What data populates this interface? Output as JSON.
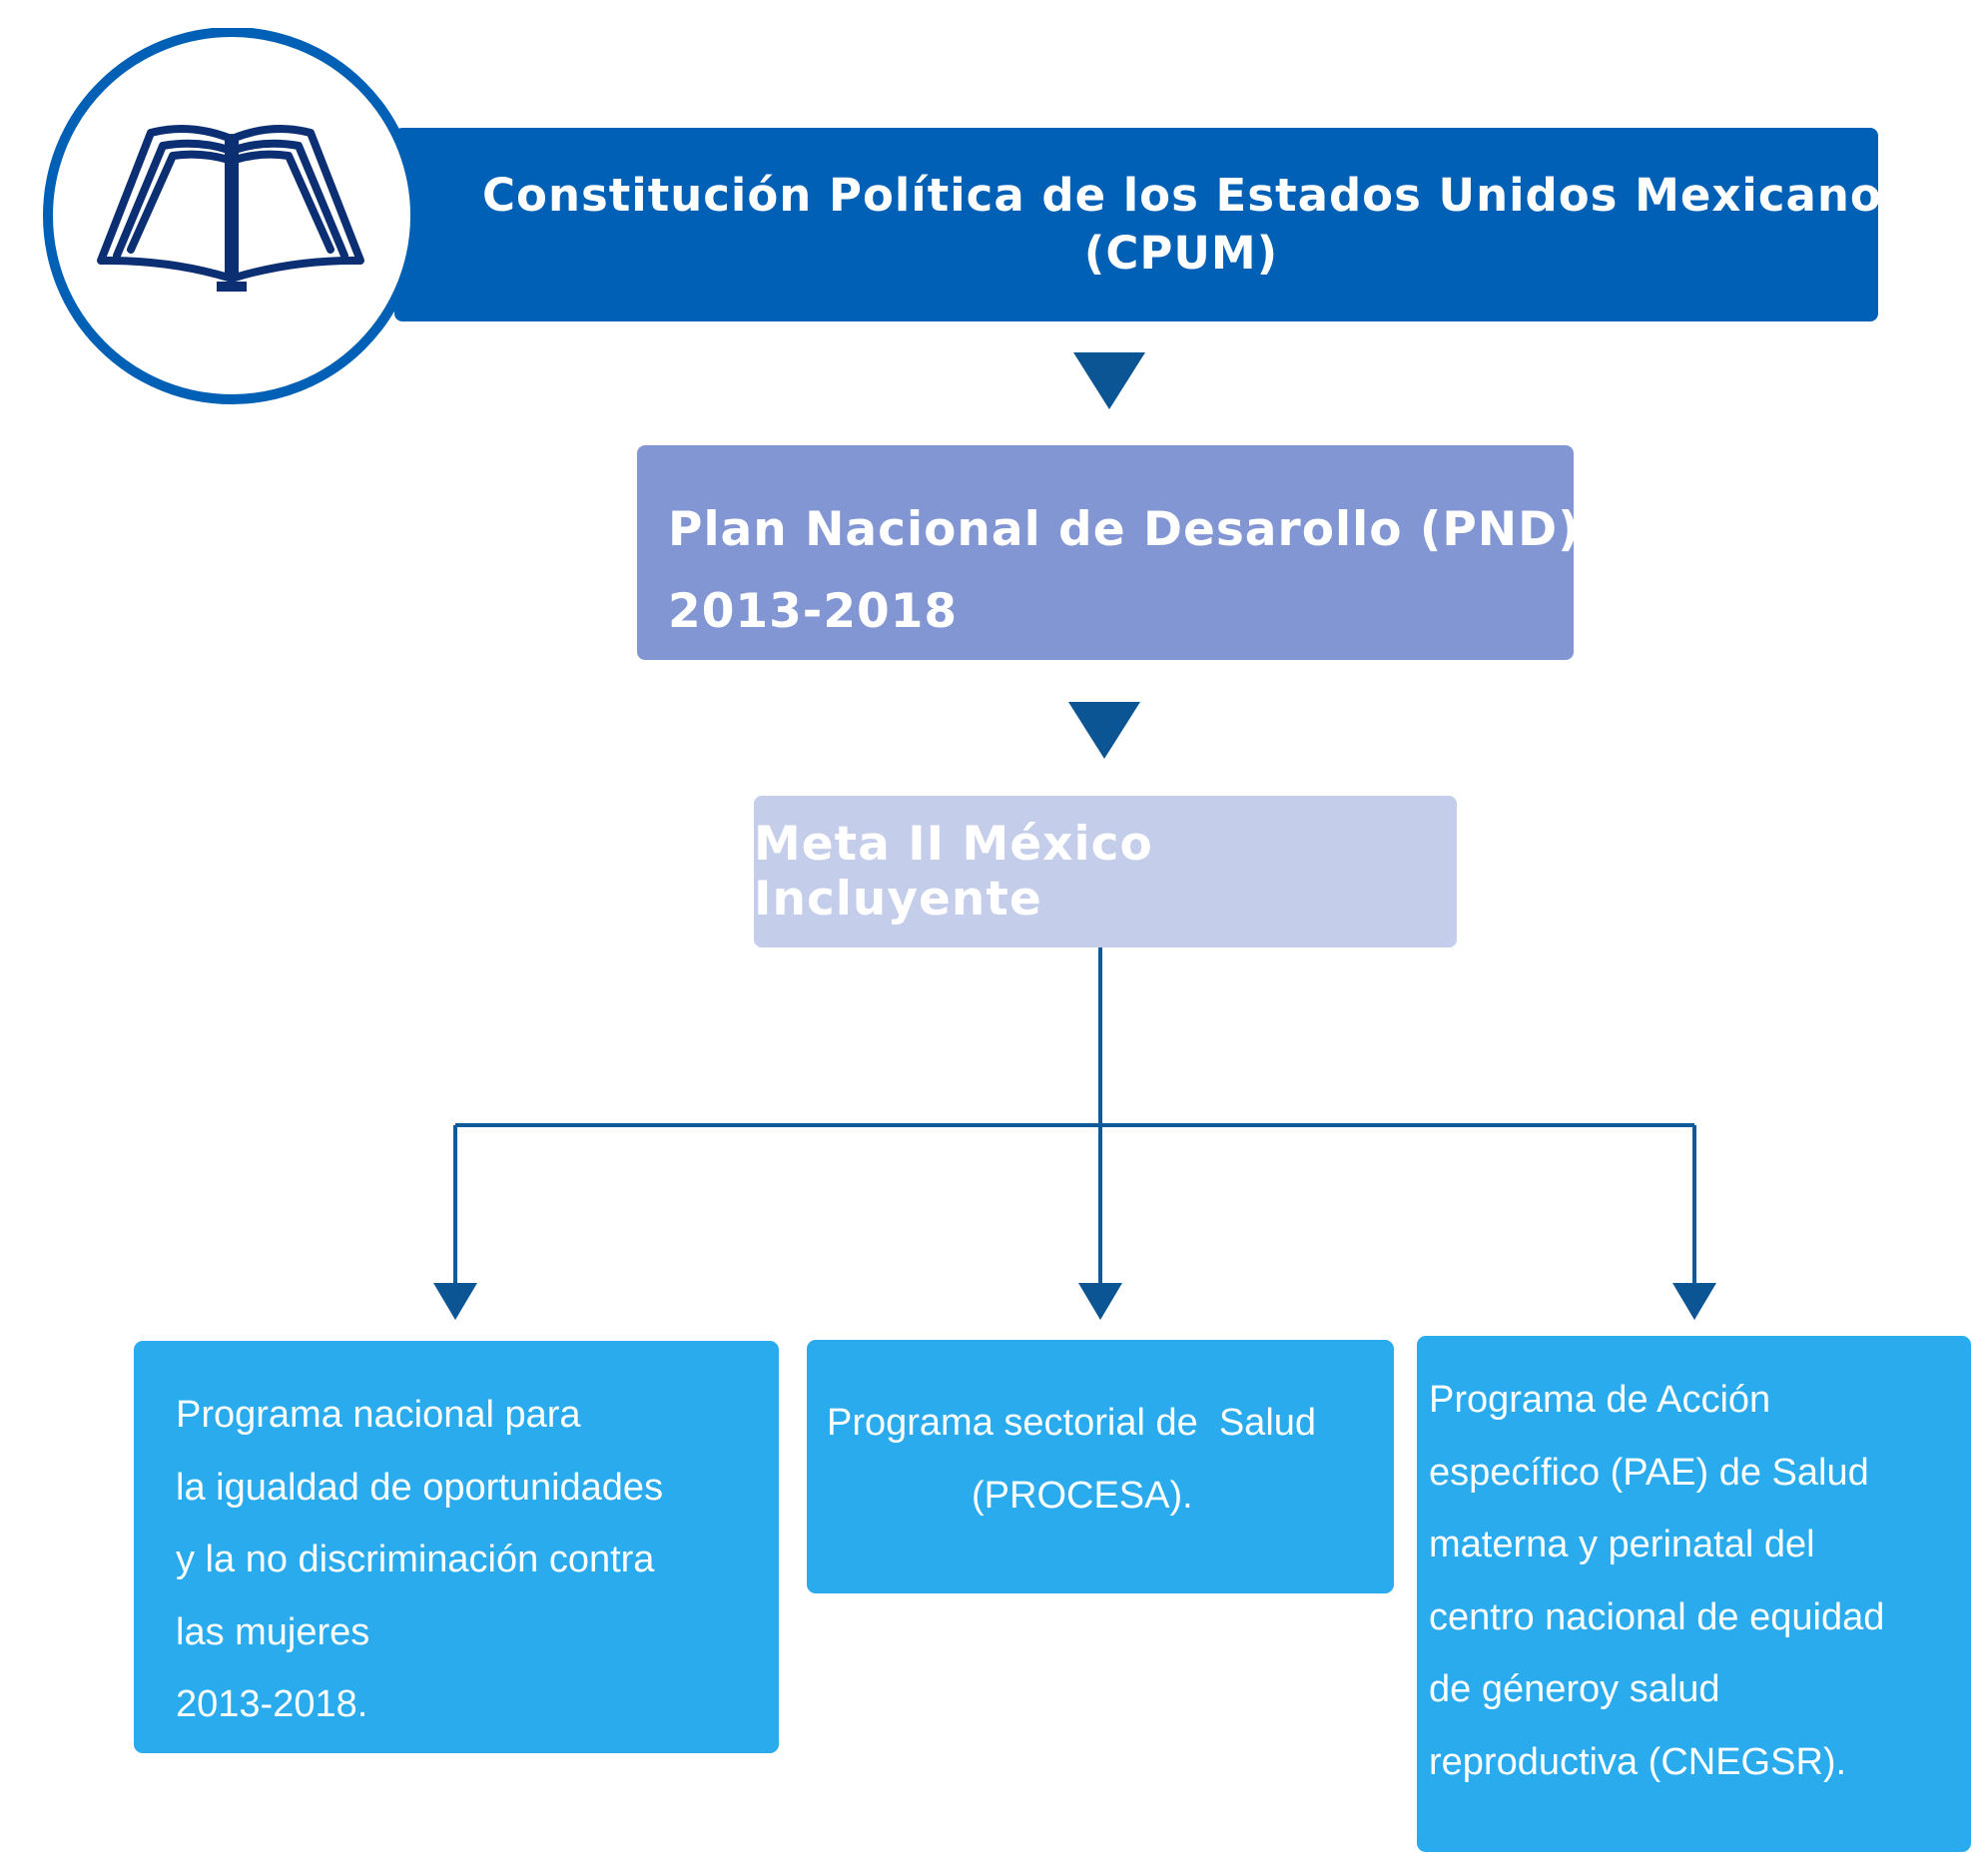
{
  "cpum": {
    "line1": "Constitución Política de los Estados Unidos Mexicanos",
    "line2": "(CPUM)"
  },
  "pnd": {
    "line1": "Plan Nacional de Desarollo (PND)",
    "line2": "2013-2018"
  },
  "meta": {
    "label": "Meta II México Incluyente"
  },
  "programs": [
    {
      "lines": [
        "Programa nacional para",
        "la igualdad de oportunidades",
        "y la no discriminación contra",
        "las mujeres",
        "2013-2018."
      ]
    },
    {
      "lines": [
        "Programa sectorial de  Salud",
        "(PROCESA)."
      ]
    },
    {
      "lines": [
        "Programa de Acción",
        "específico (PAE) de Salud",
        "materna y perinatal del",
        "centro nacional de equidad",
        "de géneroy salud",
        "reproductiva (CNEGSR)."
      ]
    }
  ],
  "colors": {
    "cpum": "#0060b5",
    "pnd": "#8396d4",
    "meta": "#c4cdea",
    "programs": "#29abed",
    "connector": "#0e5a9a",
    "arrow": "#0b5594"
  },
  "icons": {
    "logo": "open-book-icon"
  }
}
